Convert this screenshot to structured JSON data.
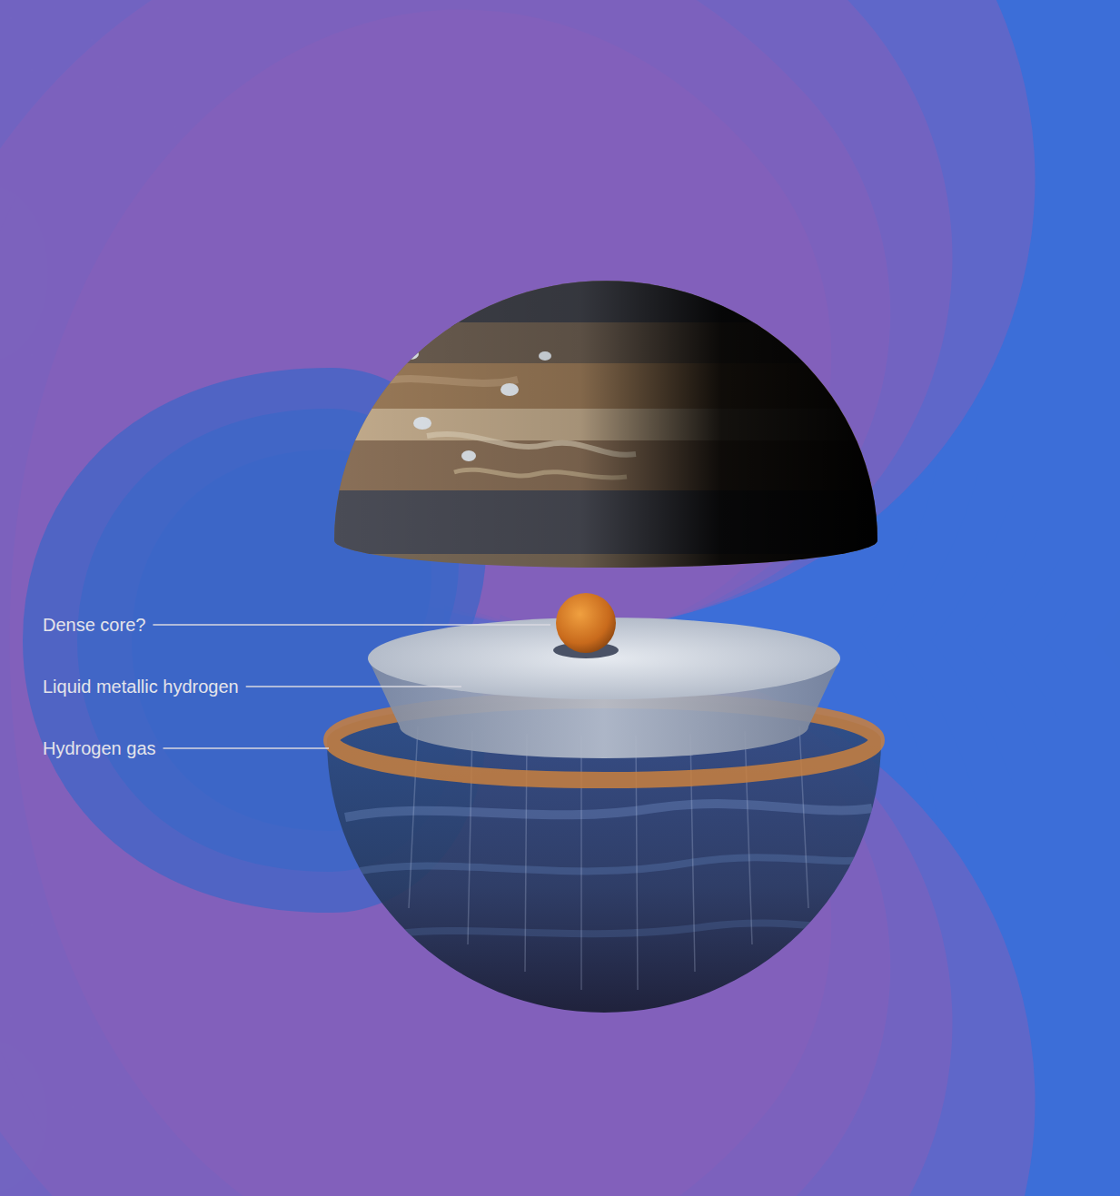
{
  "diagram": {
    "labels": [
      "Dense core?",
      "Liquid metallic hydrogen",
      "Hydrogen gas"
    ]
  }
}
